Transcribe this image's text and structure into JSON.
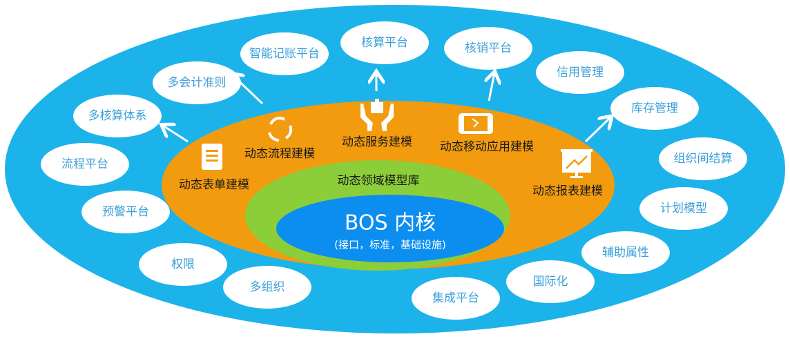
{
  "colors": {
    "outer": "#1cb3ea",
    "orange": "#f29b0e",
    "green": "#8ccd3a",
    "core": "#0b8ef0",
    "bubble_text": "#3a9fd8"
  },
  "core": {
    "title": "BOS 内核",
    "subtitle": "(接口，标准，基础设施)"
  },
  "domain_library": "动态领域模型库",
  "modules": [
    {
      "label": "动态表单建模",
      "icon": "document-icon"
    },
    {
      "label": "动态流程建模",
      "icon": "cycle-icon"
    },
    {
      "label": "动态服务建模",
      "icon": "hands-gift-icon"
    },
    {
      "label": "动态移动应用建模",
      "icon": "mobile-icon"
    },
    {
      "label": "动态报表建模",
      "icon": "chart-board-icon"
    }
  ],
  "bubbles": [
    "智能记账平台",
    "核算平台",
    "核销平台",
    "信用管理",
    "库存管理",
    "组织间结算",
    "计划模型",
    "辅助属性",
    "国际化",
    "集成平台",
    "多组织",
    "权限",
    "预警平台",
    "流程平台",
    "多核算体系",
    "多会计准则"
  ]
}
